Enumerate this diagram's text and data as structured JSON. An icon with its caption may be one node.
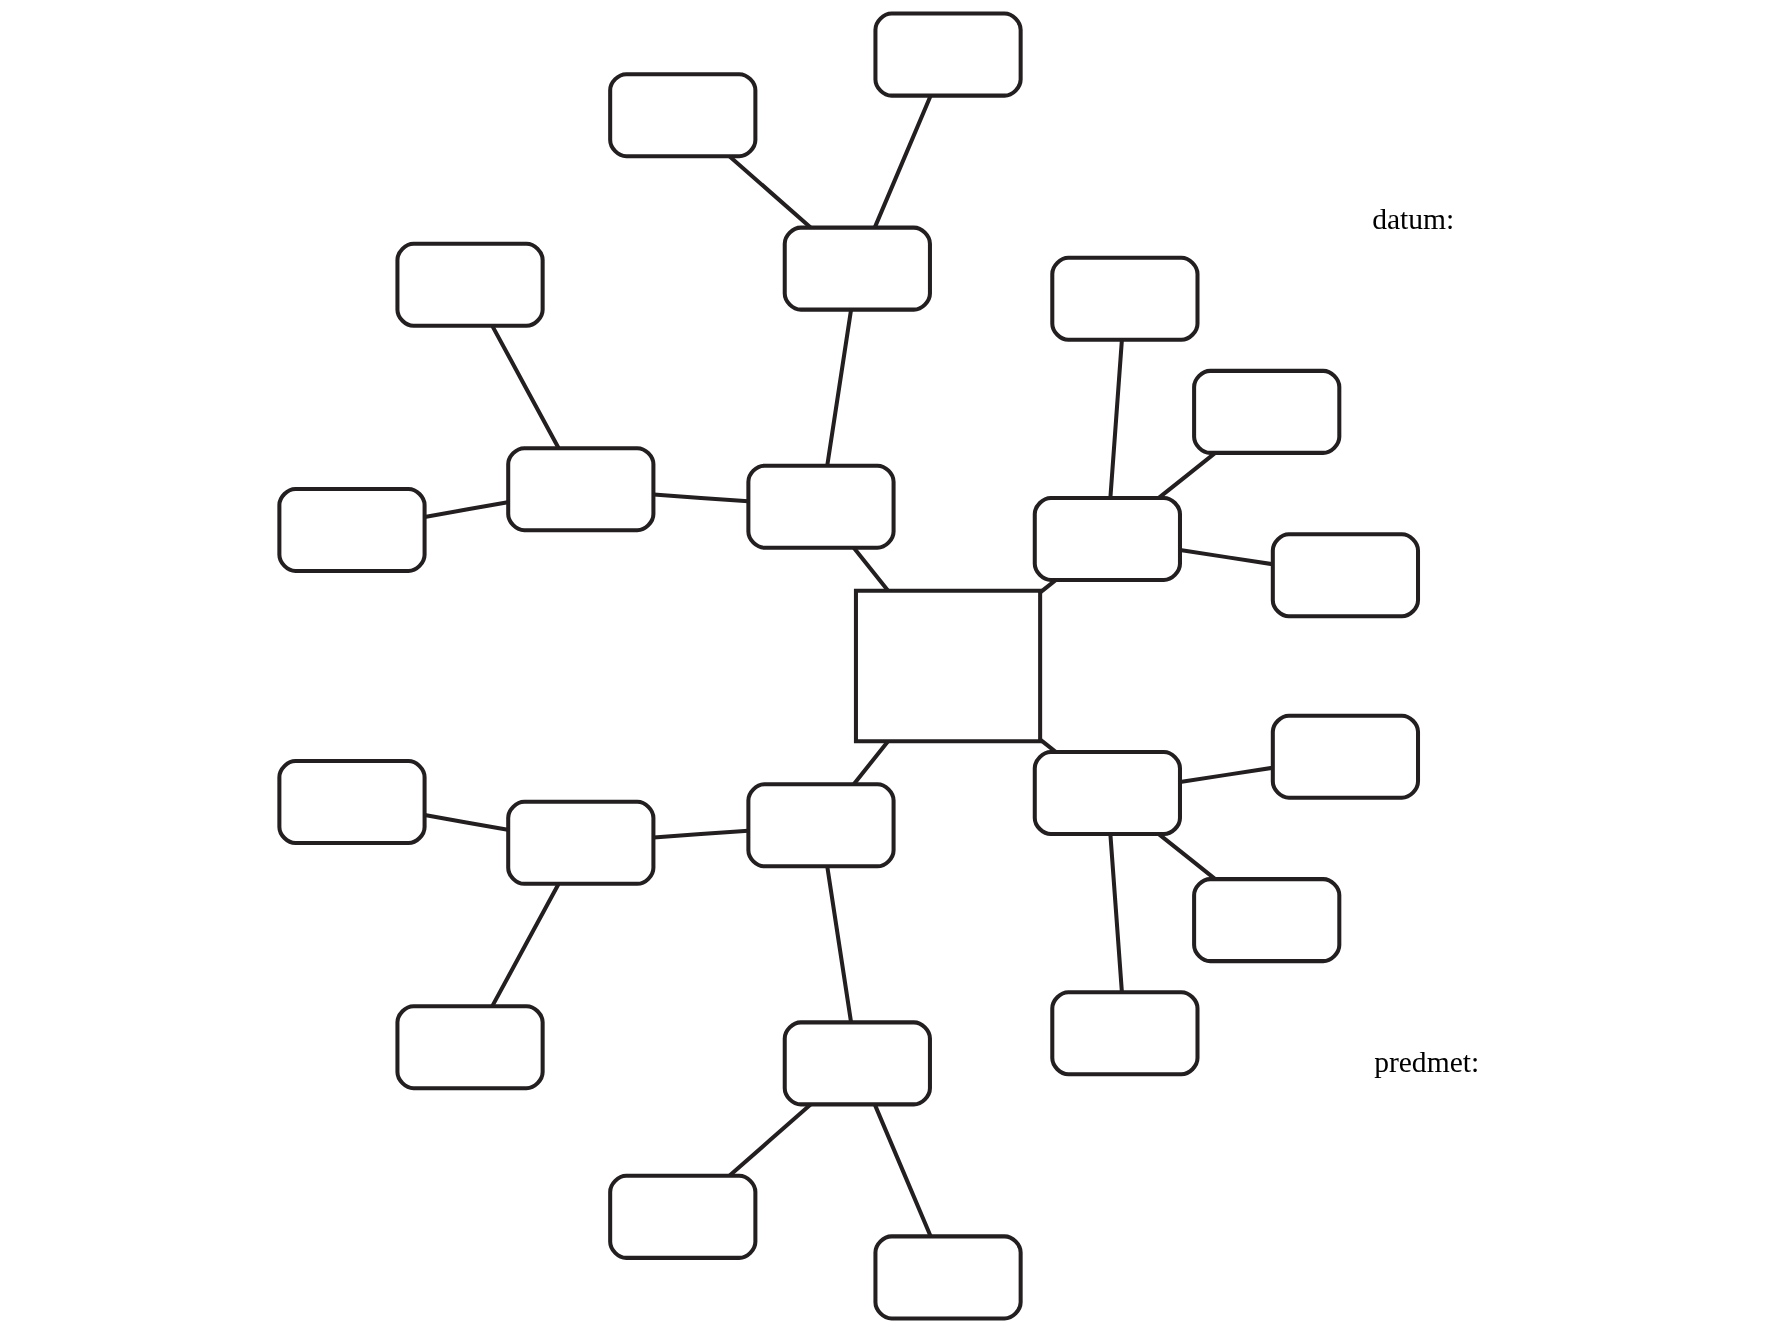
{
  "diagram": {
    "nodes": [
      {
        "text": [],
        "shape": "box"
      },
      {
        "text": [],
        "shape": "box"
      },
      {
        "text": [],
        "shape": "box"
      },
      {
        "text": [],
        "shape": "box"
      },
      {
        "text": [],
        "shape": "box"
      },
      {
        "text": [],
        "shape": "box"
      },
      {
        "text": [],
        "shape": "box"
      },
      {
        "text": [],
        "shape": "box"
      },
      {
        "text": [],
        "shape": "box"
      },
      {
        "text": [],
        "shape": "box"
      },
      {
        "text": [],
        "shape": "box"
      },
      {
        "text": [],
        "shape": "square"
      },
      {
        "text": [],
        "shape": "box"
      },
      {
        "text": [],
        "shape": "box"
      },
      {
        "text": [],
        "shape": "box"
      },
      {
        "text": [],
        "shape": "box"
      },
      {
        "text": [],
        "shape": "box"
      },
      {
        "text": [],
        "shape": "box"
      },
      {
        "text": [],
        "shape": "box"
      },
      {
        "text": [],
        "shape": "box"
      },
      {
        "text": [],
        "shape": "box"
      },
      {
        "text": [],
        "shape": "box"
      },
      {
        "text": [],
        "shape": "box"
      }
    ],
    "edges": [
      {
        "from": 11,
        "to": 0,
        "arrow": "none"
      },
      {
        "from": 11,
        "to": 4,
        "arrow": "none"
      },
      {
        "from": 11,
        "to": 12,
        "arrow": "none"
      },
      {
        "from": 11,
        "to": 19,
        "arrow": "none"
      },
      {
        "from": 0,
        "to": 1,
        "arrow": "none"
      },
      {
        "from": 0,
        "to": 2,
        "arrow": "none"
      },
      {
        "from": 0,
        "to": 3,
        "arrow": "none"
      },
      {
        "from": 4,
        "to": 5,
        "arrow": "none"
      },
      {
        "from": 4,
        "to": 8,
        "arrow": "none"
      },
      {
        "from": 5,
        "to": 6,
        "arrow": "none"
      },
      {
        "from": 5,
        "to": 7,
        "arrow": "none"
      },
      {
        "from": 8,
        "to": 9,
        "arrow": "none"
      },
      {
        "from": 8,
        "to": 10,
        "arrow": "none"
      },
      {
        "from": 12,
        "to": 13,
        "arrow": "none"
      },
      {
        "from": 12,
        "to": 16,
        "arrow": "none"
      },
      {
        "from": 13,
        "to": 14,
        "arrow": "none"
      },
      {
        "from": 13,
        "to": 15,
        "arrow": "none"
      },
      {
        "from": 16,
        "to": 17,
        "arrow": "none"
      },
      {
        "from": 16,
        "to": 18,
        "arrow": "none"
      },
      {
        "from": 19,
        "to": 20,
        "arrow": "none"
      },
      {
        "from": 19,
        "to": 21,
        "arrow": "none"
      },
      {
        "from": 19,
        "to": 22,
        "arrow": "none"
      }
    ],
    "labels": [
      "predmet:",
      "datum:"
    ]
  }
}
